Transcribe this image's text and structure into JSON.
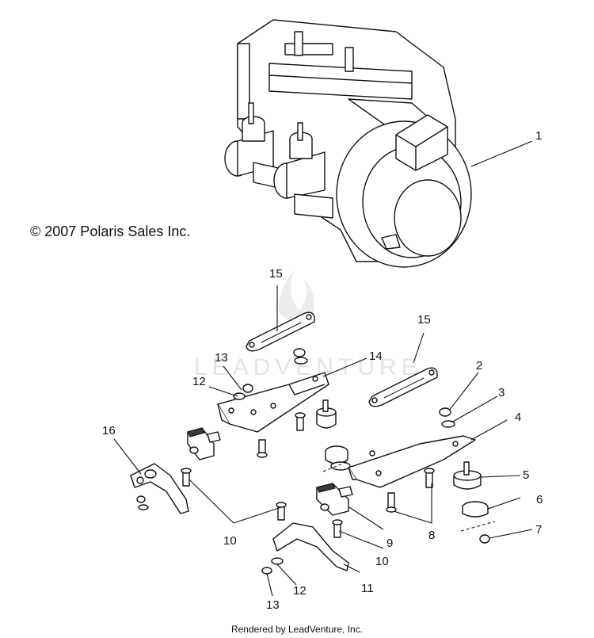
{
  "copyright": "© 2007 Polaris Sales Inc.",
  "footer": "Rendered by LeadVenture, Inc.",
  "watermark": "LEADVENTURE",
  "callouts": {
    "c1": "1",
    "c2": "2",
    "c3": "3",
    "c4": "4",
    "c5": "5",
    "c6": "6",
    "c7": "7",
    "c8": "8",
    "c9": "9",
    "c10a": "10",
    "c10b": "10",
    "c11": "11",
    "c12a": "12",
    "c12b": "12",
    "c13a": "13",
    "c13b": "13",
    "c14": "14",
    "c15a": "15",
    "c15b": "15",
    "c16": "16"
  }
}
